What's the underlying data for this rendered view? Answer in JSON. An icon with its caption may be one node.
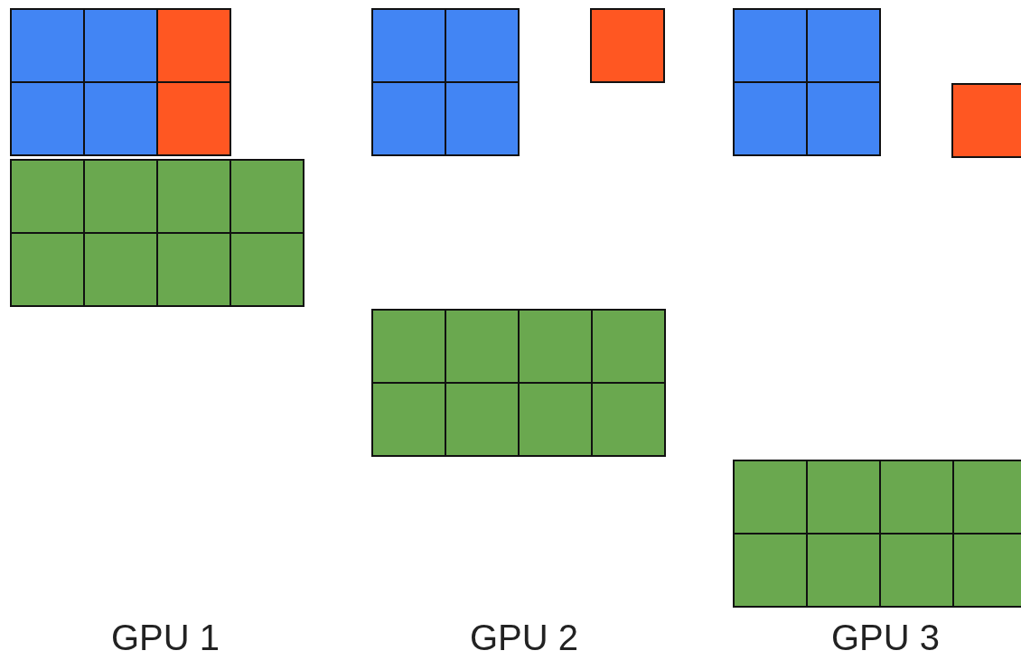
{
  "diagram": {
    "labels": [
      "GPU 1",
      "GPU 2",
      "GPU 3"
    ]
  }
}
